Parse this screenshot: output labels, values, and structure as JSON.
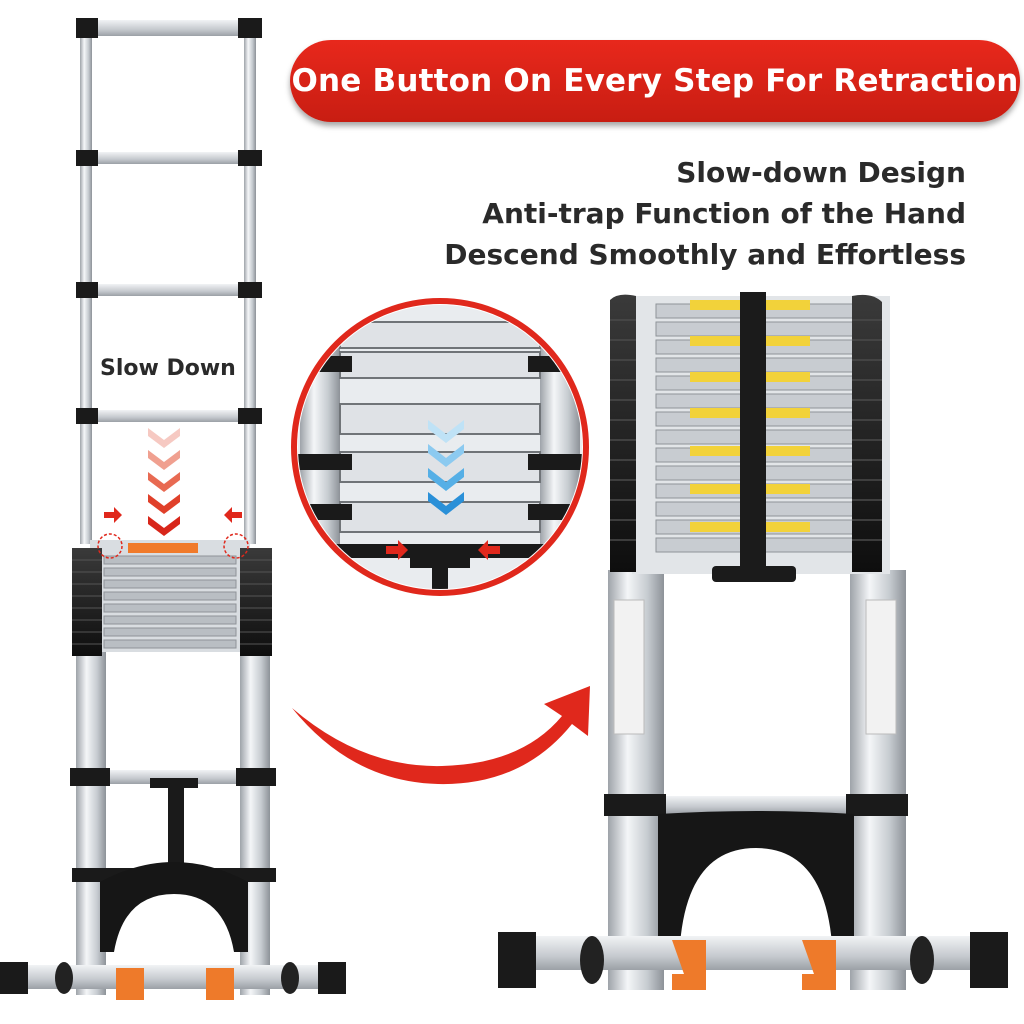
{
  "banner": {
    "text": "One Button On Every Step For Retraction",
    "color": "#d9231a"
  },
  "features": [
    "Slow-down Design",
    "Anti-trap Function of the Hand",
    "Descend Smoothly and Effortless"
  ],
  "left_label": "Slow Down",
  "colors": {
    "accent_red": "#e0281c",
    "arrow_blue": "#2f9be0",
    "foot_orange": "#ee7a2a",
    "rail_black": "#1a1a1a",
    "aluminium": "#c9cdd2"
  },
  "icons": [
    "down-chevron-red-icon",
    "down-chevron-blue-icon",
    "curved-arrow-icon",
    "red-arrow-icon"
  ]
}
